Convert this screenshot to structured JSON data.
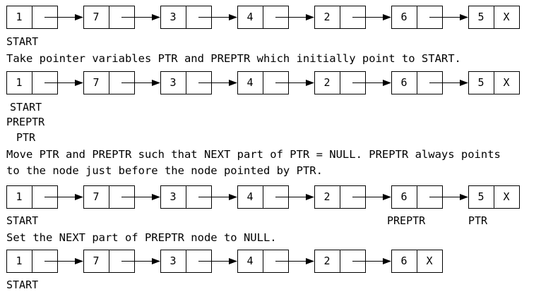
{
  "step1": {
    "nodes": [
      "1",
      "7",
      "3",
      "4",
      "2",
      "6",
      "5"
    ],
    "terminator": "X",
    "label_start": "START"
  },
  "text1": "Take pointer variables PTR and PREPTR which initially point to START.",
  "step2": {
    "nodes": [
      "1",
      "7",
      "3",
      "4",
      "2",
      "6",
      "5"
    ],
    "terminator": "X",
    "label_start": "START",
    "label_preptr": "PREPTR",
    "label_ptr": "PTR"
  },
  "text2_line1": "Move PTR and PREPTR such that NEXT part of PTR = NULL. PREPTR always points",
  "text2_line2": "to the node just before the node pointed by PTR.",
  "step3": {
    "nodes": [
      "1",
      "7",
      "3",
      "4",
      "2",
      "6",
      "5"
    ],
    "terminator": "X",
    "label_start": "START",
    "label_preptr": "PREPTR",
    "label_ptr": "PTR"
  },
  "text3": "Set the NEXT part of PREPTR node to NULL.",
  "step4": {
    "nodes": [
      "1",
      "7",
      "3",
      "4",
      "2",
      "6"
    ],
    "terminator": "X",
    "label_start": "START"
  }
}
